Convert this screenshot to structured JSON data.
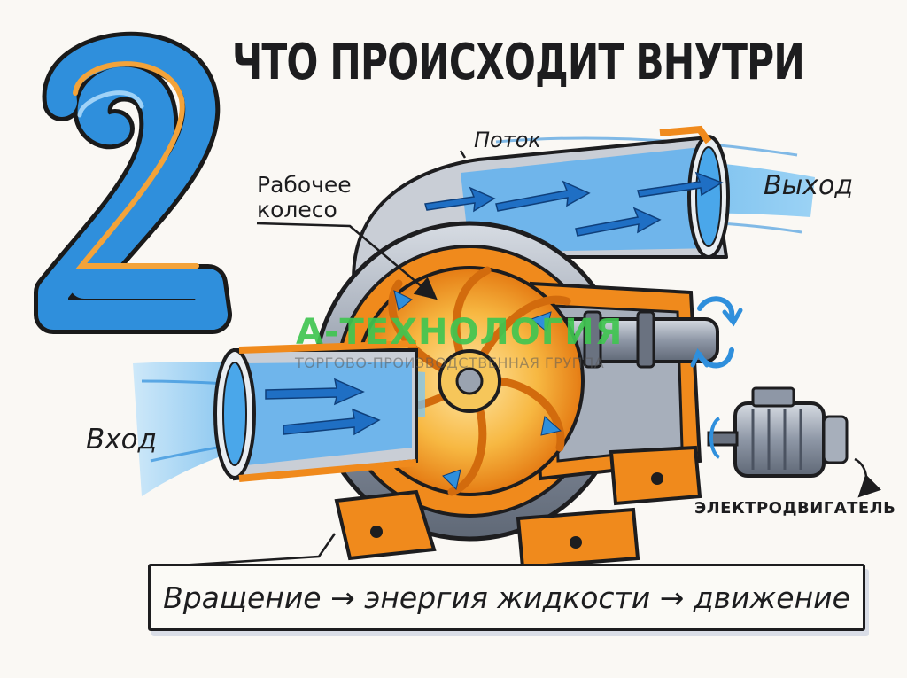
{
  "title": "ЧТО ПРОИСХОДИТ ВНУТРИ",
  "step_number": "2",
  "labels": {
    "flow": "Поток",
    "impeller_line1": "Рабочее",
    "impeller_line2": "колесо",
    "outlet": "Выход",
    "inlet": "Вход",
    "motor": "ЭЛЕКТРОДВИГАТЕЛЬ"
  },
  "caption": "Вращение → энергия жидкости → движение",
  "watermark": {
    "title": "А-ТЕХНОЛОГИЯ",
    "subtitle": "ТОРГОВО-ПРОИЗВОДСТВЕННАЯ ГРУППА"
  },
  "colors": {
    "ink": "#1d1d1f",
    "water_blue": "#2f8fdc",
    "orange": "#f08a1c",
    "metal_grey": "#9aa3b0",
    "watermark_green": "#3fbf4f"
  },
  "icons": [
    "rotation-arrows-icon",
    "electric-motor-icon",
    "flow-arrow-icon"
  ]
}
